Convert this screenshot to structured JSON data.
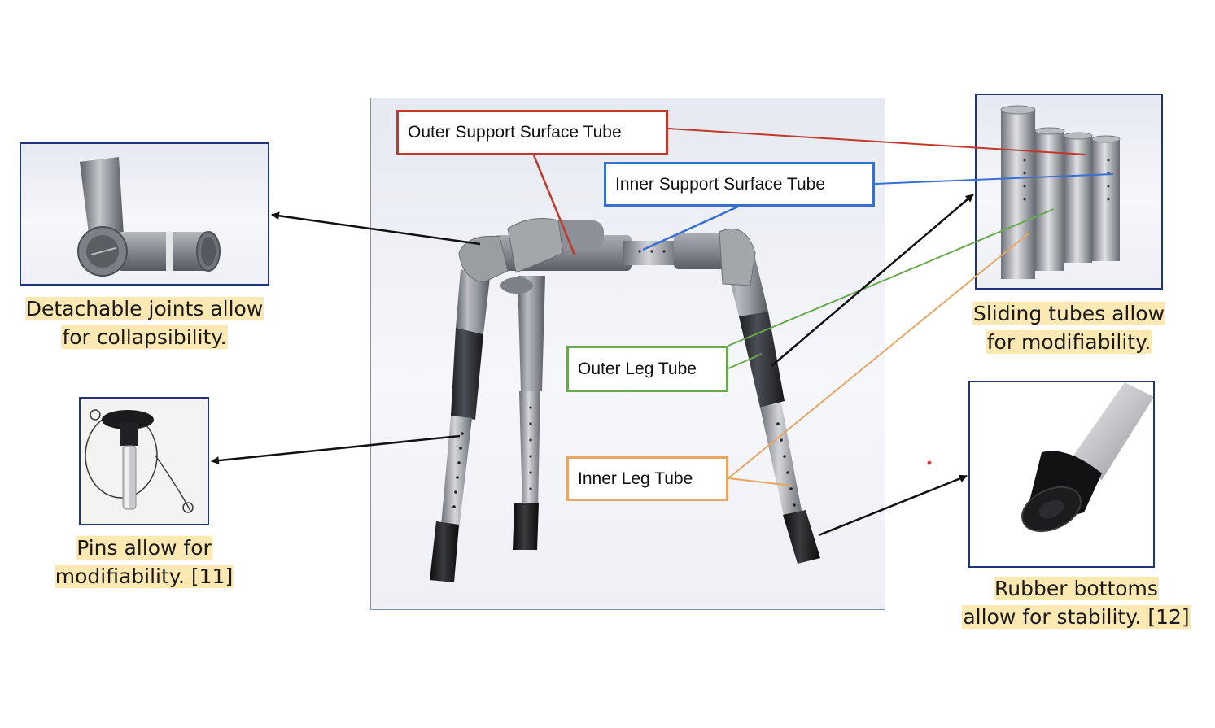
{
  "labels": {
    "outer_support_surface_tube": "Outer Support Surface Tube",
    "inner_support_surface_tube": "Inner Support Surface Tube",
    "outer_leg_tube": "Outer Leg Tube",
    "inner_leg_tube": "Inner Leg Tube"
  },
  "captions": {
    "joints_line1": "Detachable joints allow",
    "joints_line2": "for collapsibility.",
    "pins_line1": "Pins allow for",
    "pins_line2": "modifiability. [11]",
    "sliding_line1": "Sliding tubes allow",
    "sliding_line2": "for modifiability.",
    "rubber_line1": "Rubber bottoms",
    "rubber_line2": "allow for stability. [12]"
  },
  "colors": {
    "outer_support": "#c0392b",
    "inner_support": "#3a6fd0",
    "outer_leg": "#6aa84f",
    "inner_leg": "#e6a765",
    "callout_arrow": "#111111",
    "caption_highlight": "#fce8b2",
    "panel_border": "#1f3577"
  }
}
